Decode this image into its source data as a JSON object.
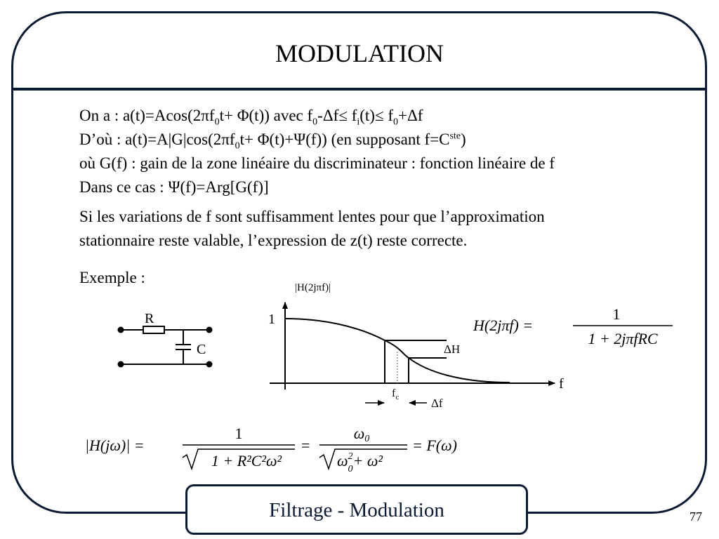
{
  "title": "MODULATION",
  "lines": [
    {
      "parts": [
        "On a :  a(t)=Acos(2",
        "π",
        "f",
        "0",
        "t+ ",
        "Φ",
        "(t)) avec f",
        "0",
        "-",
        "Δ",
        "f",
        "≤",
        " f",
        "i",
        "(t)",
        "≤",
        " f",
        "0",
        "+",
        "Δ",
        "f"
      ]
    },
    {
      "parts": [
        "D’où : a(t)=A|G|cos(2",
        "π",
        "f",
        "0",
        "t+ ",
        "Φ",
        "(t)+",
        "Ψ",
        "(f)) (en supposant f=C",
        "ste",
        ")"
      ]
    },
    {
      "parts": [
        "où G(f) : gain de la zone linéaire du discriminateur : fonction linéaire de f"
      ]
    },
    {
      "parts": [
        "Dans ce cas : ",
        "Ψ",
        "(f)=Arg[G(f)]"
      ]
    }
  ],
  "paragraph": [
    "Si les variations de f sont suffisamment lentes pour que l’approximation",
    "stationnaire reste valable, l’expression de z(t) reste correcte."
  ],
  "example_label": "Exemple :",
  "circuit": {
    "r_label": "R",
    "c_label": "C"
  },
  "graph": {
    "y_label": "|H(2jπf)|",
    "y_tick": "1",
    "x_label": "f",
    "fc_label": "f",
    "fc_sub": "c",
    "delta_h": "ΔH",
    "delta_f": "Δf"
  },
  "formula_h": {
    "lhs": "H(2jπf) =",
    "num": "1",
    "den": "1 + 2jπfRC"
  },
  "formula_abs": {
    "lhs": "|H(jω)| =",
    "num1": "1",
    "den1": "1 + R²C²ω²",
    "eq2": "=",
    "num2": "ω",
    "num2_sub": "0",
    "den2_a": "ω",
    "den2_a_sub": "0",
    "den2_a_sup": "2",
    "den2_b": "+ ω²",
    "rhs": "= F(ω)"
  },
  "footer": "Filtrage - Modulation",
  "page_number": "77"
}
